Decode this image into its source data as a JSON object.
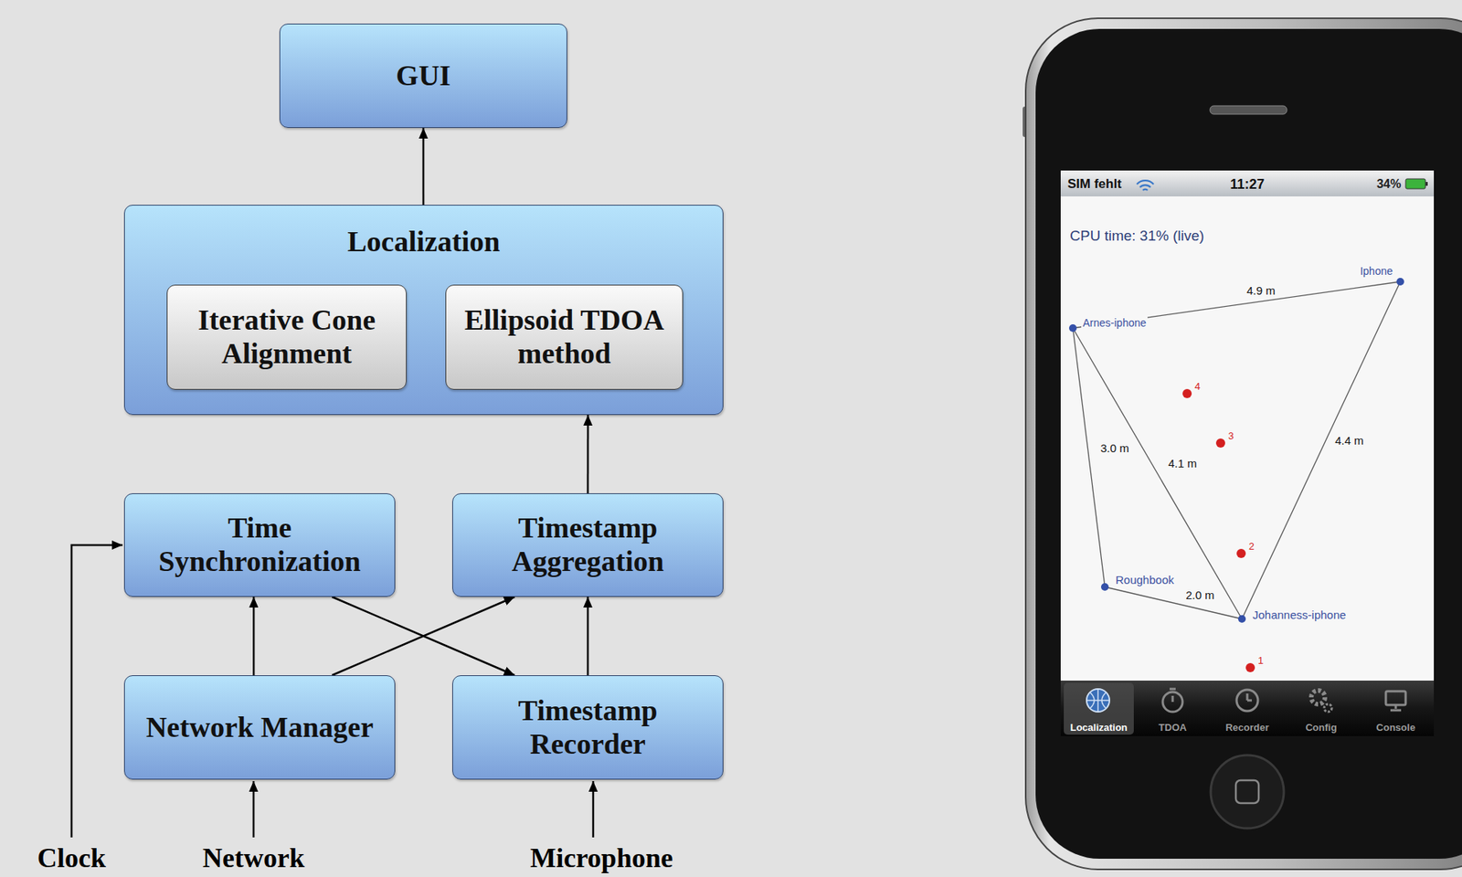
{
  "diagram": {
    "nodes": [
      {
        "text": [
          "GUI"
        ]
      },
      {
        "text": [
          "Localization"
        ]
      },
      {
        "text": [
          "Iterative Cone Alignment"
        ],
        "in": 1
      },
      {
        "text": [
          "Ellipsoid TDOA method"
        ],
        "in": 1
      },
      {
        "text": [
          "Time Synchronization"
        ]
      },
      {
        "text": [
          "Timestamp Aggregation"
        ]
      },
      {
        "text": [
          "Network Manager"
        ]
      },
      {
        "text": [
          "Timestamp Recorder"
        ]
      }
    ],
    "edges": [
      {
        "from": 1,
        "to": 0,
        "arrow": "to"
      },
      {
        "from": 5,
        "to": 1,
        "arrow": "to"
      },
      {
        "from": 6,
        "to": 4,
        "arrow": "to"
      },
      {
        "from": 6,
        "to": 5,
        "arrow": "to"
      },
      {
        "from": 4,
        "to": 7,
        "arrow": "to"
      },
      {
        "from": 7,
        "to": 5,
        "arrow": "to"
      }
    ],
    "labels": [
      "Clock",
      "Network",
      "Microphone",
      "SIM fehlt",
      "11:27",
      "34%",
      "CPU time:  31% (live)",
      "Arnes-iphone",
      "Iphone",
      "Roughbook",
      "Johanness-iphone",
      "4.9 m",
      "3.0 m",
      "4.1 m",
      "4.4 m",
      "2.0 m",
      "4",
      "3",
      "2",
      "1",
      "Localization",
      "TDOA",
      "Recorder",
      "Config",
      "Console"
    ]
  }
}
